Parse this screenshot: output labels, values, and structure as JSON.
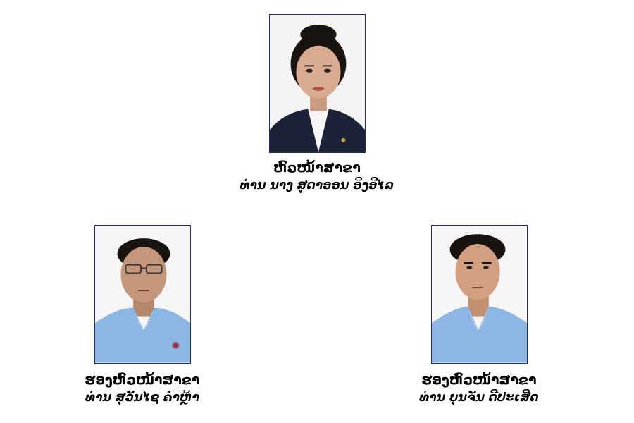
{
  "top": {
    "title": "ຫົວໜ້າສາຂາ",
    "name": "ທ່ານ ນາງ ສຸດາອອນ ອິງອີໄລ"
  },
  "left": {
    "title": "ຮອງຫົວໜ້າສາຂາ",
    "name": "ທ່ານ ສຸວັນໄຊ ຄຳຫຼ້າ"
  },
  "right": {
    "title": "ຮອງຫົວໜ້າສາຂາ",
    "name": "ທ່ານ ບຸນຈັນ ດີປະເສີດ"
  },
  "colors": {
    "photo_border": "#1f2f6e",
    "suit_dark": "#1c2238",
    "shirt_blue": "#8cb6e4",
    "skin": "#c8987a",
    "hair": "#1a1410"
  }
}
